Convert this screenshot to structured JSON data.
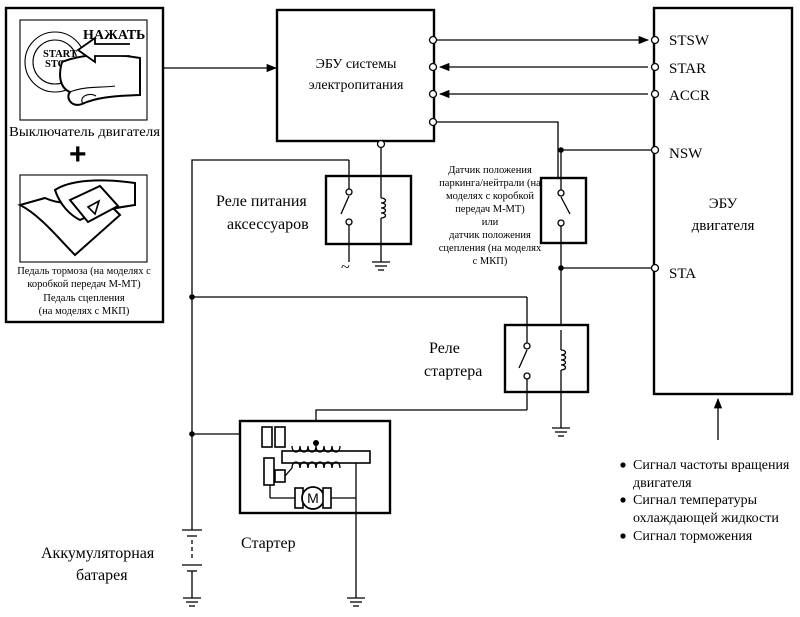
{
  "power_ecu": {
    "line1": "ЭБУ системы",
    "line2": "электропитания"
  },
  "engine_ecu": {
    "pins": [
      "STSW",
      "STAR",
      "ACCR",
      "NSW",
      "STA"
    ],
    "title_line1": "ЭБУ",
    "title_line2": "двигателя"
  },
  "start_panel": {
    "press_label": "НАЖАТЬ",
    "button_text_1": "START",
    "button_text_2": "STOP",
    "switch_label": "Выключатель двигателя",
    "plus": "+",
    "pedal_label": [
      "Педаль тормоза (на моделях с",
      "коробкой передач М-МТ)",
      "Педаль сцепления",
      "(на моделях с МКП)"
    ]
  },
  "acc_relay": {
    "line1": "Реле питания",
    "line2": "аксессуаров"
  },
  "neutral_switch": {
    "lines": [
      "Датчик положения",
      "паркинга/нейтрали (на",
      "моделях с коробкой",
      "передач М-МТ)",
      "или",
      "датчик положения",
      "сцепления (на моделях",
      "с МКП)"
    ]
  },
  "starter_relay": {
    "line1": "Реле",
    "line2": "стартера"
  },
  "starter": {
    "label": "Стартер",
    "motor_symbol": "M"
  },
  "battery": {
    "line1": "Аккумуляторная",
    "line2": "батарея"
  },
  "ecu_inputs": [
    "Сигнал частоты вращения",
    "двигателя",
    "Сигнал температуры",
    "охлаждающей жидкости",
    "Сигнал торможения"
  ],
  "acc_symbol": "~"
}
